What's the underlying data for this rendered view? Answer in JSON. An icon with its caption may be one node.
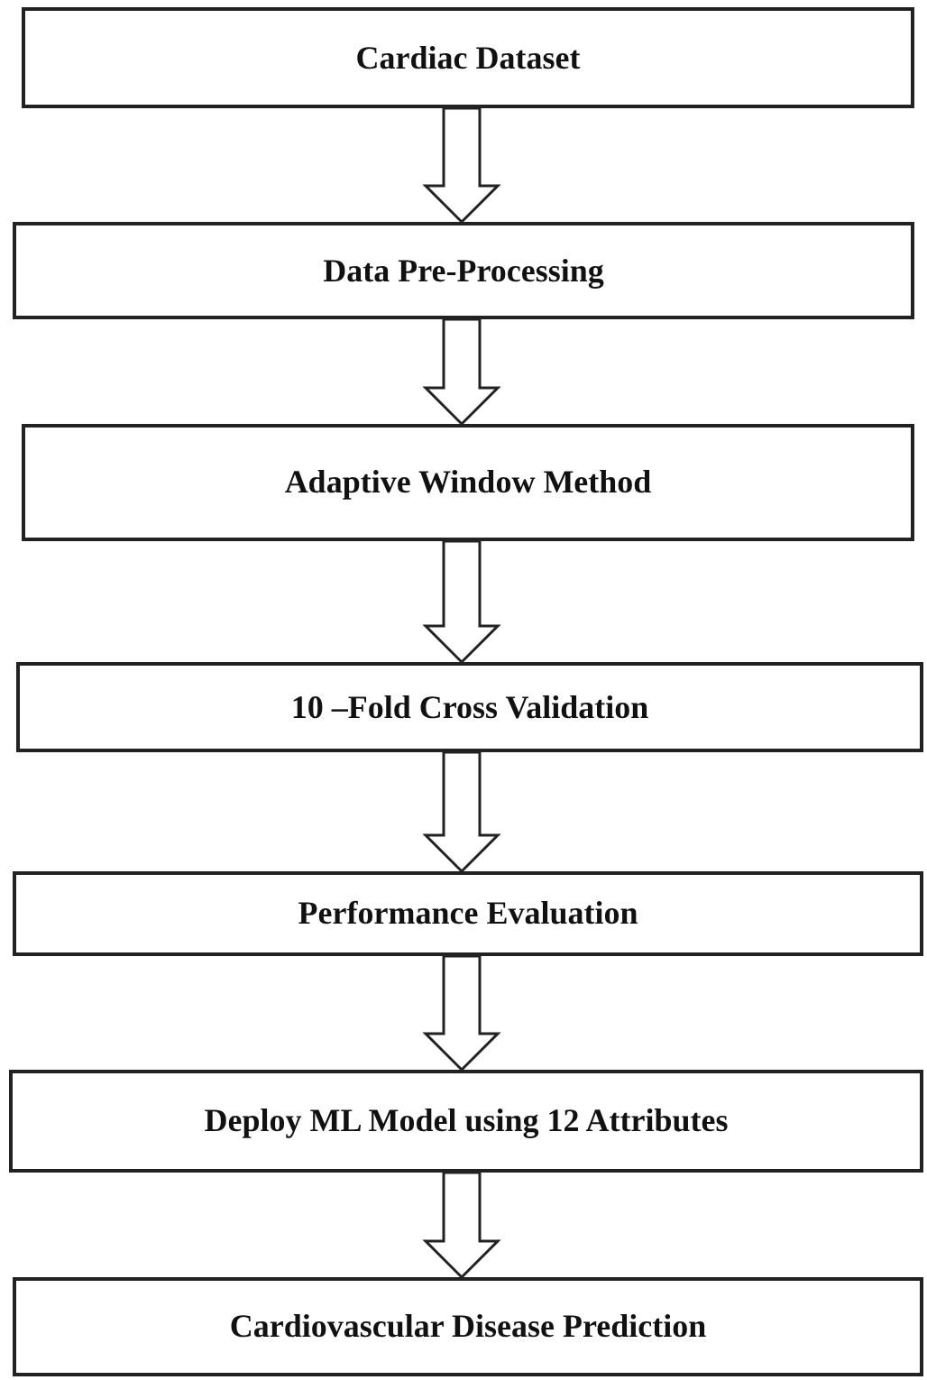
{
  "diagram": {
    "nodes": [
      {
        "text": [
          "Cardiac Dataset"
        ]
      },
      {
        "text": [
          "Data Pre-Processing"
        ]
      },
      {
        "text": [
          "Adaptive Window Method"
        ]
      },
      {
        "text": [
          "10 –Fold Cross Validation"
        ]
      },
      {
        "text": [
          "Performance Evaluation"
        ]
      },
      {
        "text": [
          "Deploy ML Model using 12 Attributes"
        ]
      },
      {
        "text": [
          "Cardiovascular Disease Prediction"
        ]
      }
    ],
    "edges": [
      {
        "from": 0,
        "to": 1,
        "arrow": "to"
      },
      {
        "from": 1,
        "to": 2,
        "arrow": "to"
      },
      {
        "from": 2,
        "to": 3,
        "arrow": "to"
      },
      {
        "from": 3,
        "to": 4,
        "arrow": "to"
      },
      {
        "from": 4,
        "to": 5,
        "arrow": "to"
      },
      {
        "from": 5,
        "to": 6,
        "arrow": "to"
      }
    ]
  }
}
